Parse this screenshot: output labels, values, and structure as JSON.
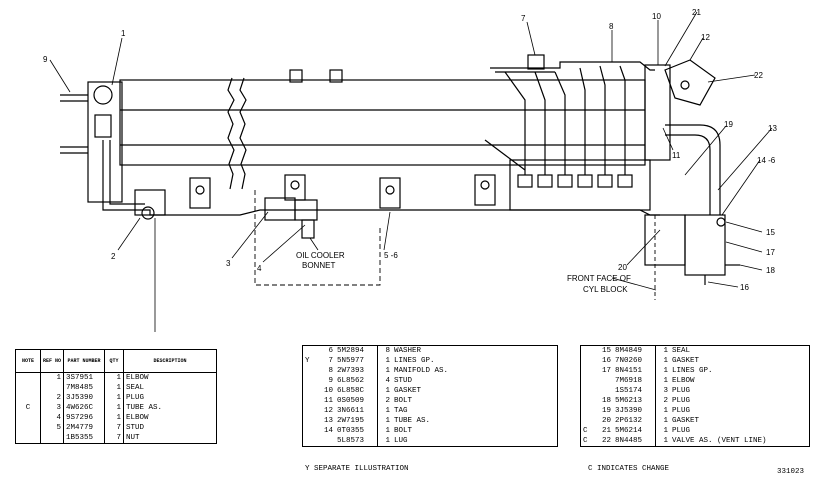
{
  "callouts": [
    {
      "id": "c1",
      "text": "1"
    },
    {
      "id": "c2",
      "text": "2"
    },
    {
      "id": "c3",
      "text": "3"
    },
    {
      "id": "c4",
      "text": "4"
    },
    {
      "id": "c5",
      "text": "5 -6"
    },
    {
      "id": "c7",
      "text": "7"
    },
    {
      "id": "c8",
      "text": "8"
    },
    {
      "id": "c9",
      "text": "9"
    },
    {
      "id": "c10",
      "text": "10"
    },
    {
      "id": "c11",
      "text": "11"
    },
    {
      "id": "c12",
      "text": "12"
    },
    {
      "id": "c13",
      "text": "13"
    },
    {
      "id": "c14",
      "text": "14 -6"
    },
    {
      "id": "c15",
      "text": "15"
    },
    {
      "id": "c16",
      "text": "16"
    },
    {
      "id": "c17",
      "text": "17"
    },
    {
      "id": "c18",
      "text": "18"
    },
    {
      "id": "c19",
      "text": "19"
    },
    {
      "id": "c20",
      "text": "20"
    },
    {
      "id": "c21",
      "text": "21"
    },
    {
      "id": "c22",
      "text": "22"
    }
  ],
  "labels": {
    "oil_cooler_line1": "OIL COOLER",
    "oil_cooler_line2": "BONNET",
    "front_face_line1": "FRONT FACE OF",
    "front_face_line2": "CYL BLOCK"
  },
  "table1": {
    "headers": [
      "NOTE",
      "REF NO",
      "PART NUMBER",
      "QTY",
      "DESCRIPTION"
    ],
    "rows": [
      {
        "note": "",
        "ref": "1",
        "part": "3S7951",
        "qty": "1",
        "desc": "ELBOW"
      },
      {
        "note": "",
        "ref": "",
        "part": "7M8485",
        "qty": "1",
        "desc": "SEAL"
      },
      {
        "note": "",
        "ref": "2",
        "part": "3J5390",
        "qty": "1",
        "desc": "PLUG"
      },
      {
        "note": "C",
        "ref": "3",
        "part": "4W626C",
        "qty": "1",
        "desc": "TUBE AS."
      },
      {
        "note": "",
        "ref": "4",
        "part": "9S7296",
        "qty": "1",
        "desc": "ELBOW"
      },
      {
        "note": "",
        "ref": "5",
        "part": "2M4779",
        "qty": "7",
        "desc": "STUD"
      },
      {
        "note": "",
        "ref": "",
        "part": "1B5355",
        "qty": "7",
        "desc": "NUT"
      }
    ]
  },
  "table2": {
    "rows": [
      {
        "note": "",
        "ref": "6",
        "part": "5M2894",
        "qty": "8",
        "desc": "WASHER"
      },
      {
        "note": "Y",
        "ref": "7",
        "part": "5N5977",
        "qty": "1",
        "desc": "LINES GP."
      },
      {
        "note": "",
        "ref": "8",
        "part": "2W7393",
        "qty": "1",
        "desc": "MANIFOLD AS."
      },
      {
        "note": "",
        "ref": "9",
        "part": "6L8562",
        "qty": "4",
        "desc": "STUD"
      },
      {
        "note": "",
        "ref": "10",
        "part": "6L858C",
        "qty": "1",
        "desc": "GASKET"
      },
      {
        "note": "",
        "ref": "11",
        "part": "0S0509",
        "qty": "2",
        "desc": "BOLT"
      },
      {
        "note": "",
        "ref": "12",
        "part": "3N6611",
        "qty": "1",
        "desc": "TAG"
      },
      {
        "note": "",
        "ref": "13",
        "part": "2W7195",
        "qty": "1",
        "desc": "TUBE AS."
      },
      {
        "note": "",
        "ref": "14",
        "part": "0T0355",
        "qty": "1",
        "desc": "BOLT"
      },
      {
        "note": "",
        "ref": "",
        "part": "5L8573",
        "qty": "1",
        "desc": "LUG"
      }
    ],
    "footnote": "Y  SEPARATE ILLUSTRATION"
  },
  "table3": {
    "rows": [
      {
        "note": "",
        "ref": "15",
        "part": "8M4849",
        "qty": "1",
        "desc": "SEAL"
      },
      {
        "note": "",
        "ref": "16",
        "part": "7N0260",
        "qty": "1",
        "desc": "GASKET"
      },
      {
        "note": "",
        "ref": "17",
        "part": "8N4151",
        "qty": "1",
        "desc": "LINES GP."
      },
      {
        "note": "",
        "ref": "",
        "part": "7M6918",
        "qty": "1",
        "desc": "ELBOW"
      },
      {
        "note": "",
        "ref": "",
        "part": "1S5174",
        "qty": "3",
        "desc": "PLUG"
      },
      {
        "note": "",
        "ref": "18",
        "part": "5M6213",
        "qty": "2",
        "desc": "PLUG"
      },
      {
        "note": "",
        "ref": "19",
        "part": "3J5390",
        "qty": "1",
        "desc": "PLUG"
      },
      {
        "note": "",
        "ref": "20",
        "part": "2P6132",
        "qty": "1",
        "desc": "GASKET"
      },
      {
        "note": "C",
        "ref": "21",
        "part": "5M6214",
        "qty": "1",
        "desc": "PLUG"
      },
      {
        "note": "C",
        "ref": "22",
        "part": "8N4485",
        "qty": "1",
        "desc": "VALVE AS. (VENT LINE)"
      }
    ],
    "footnote": "C  INDICATES CHANGE"
  },
  "figure_number": "331023"
}
